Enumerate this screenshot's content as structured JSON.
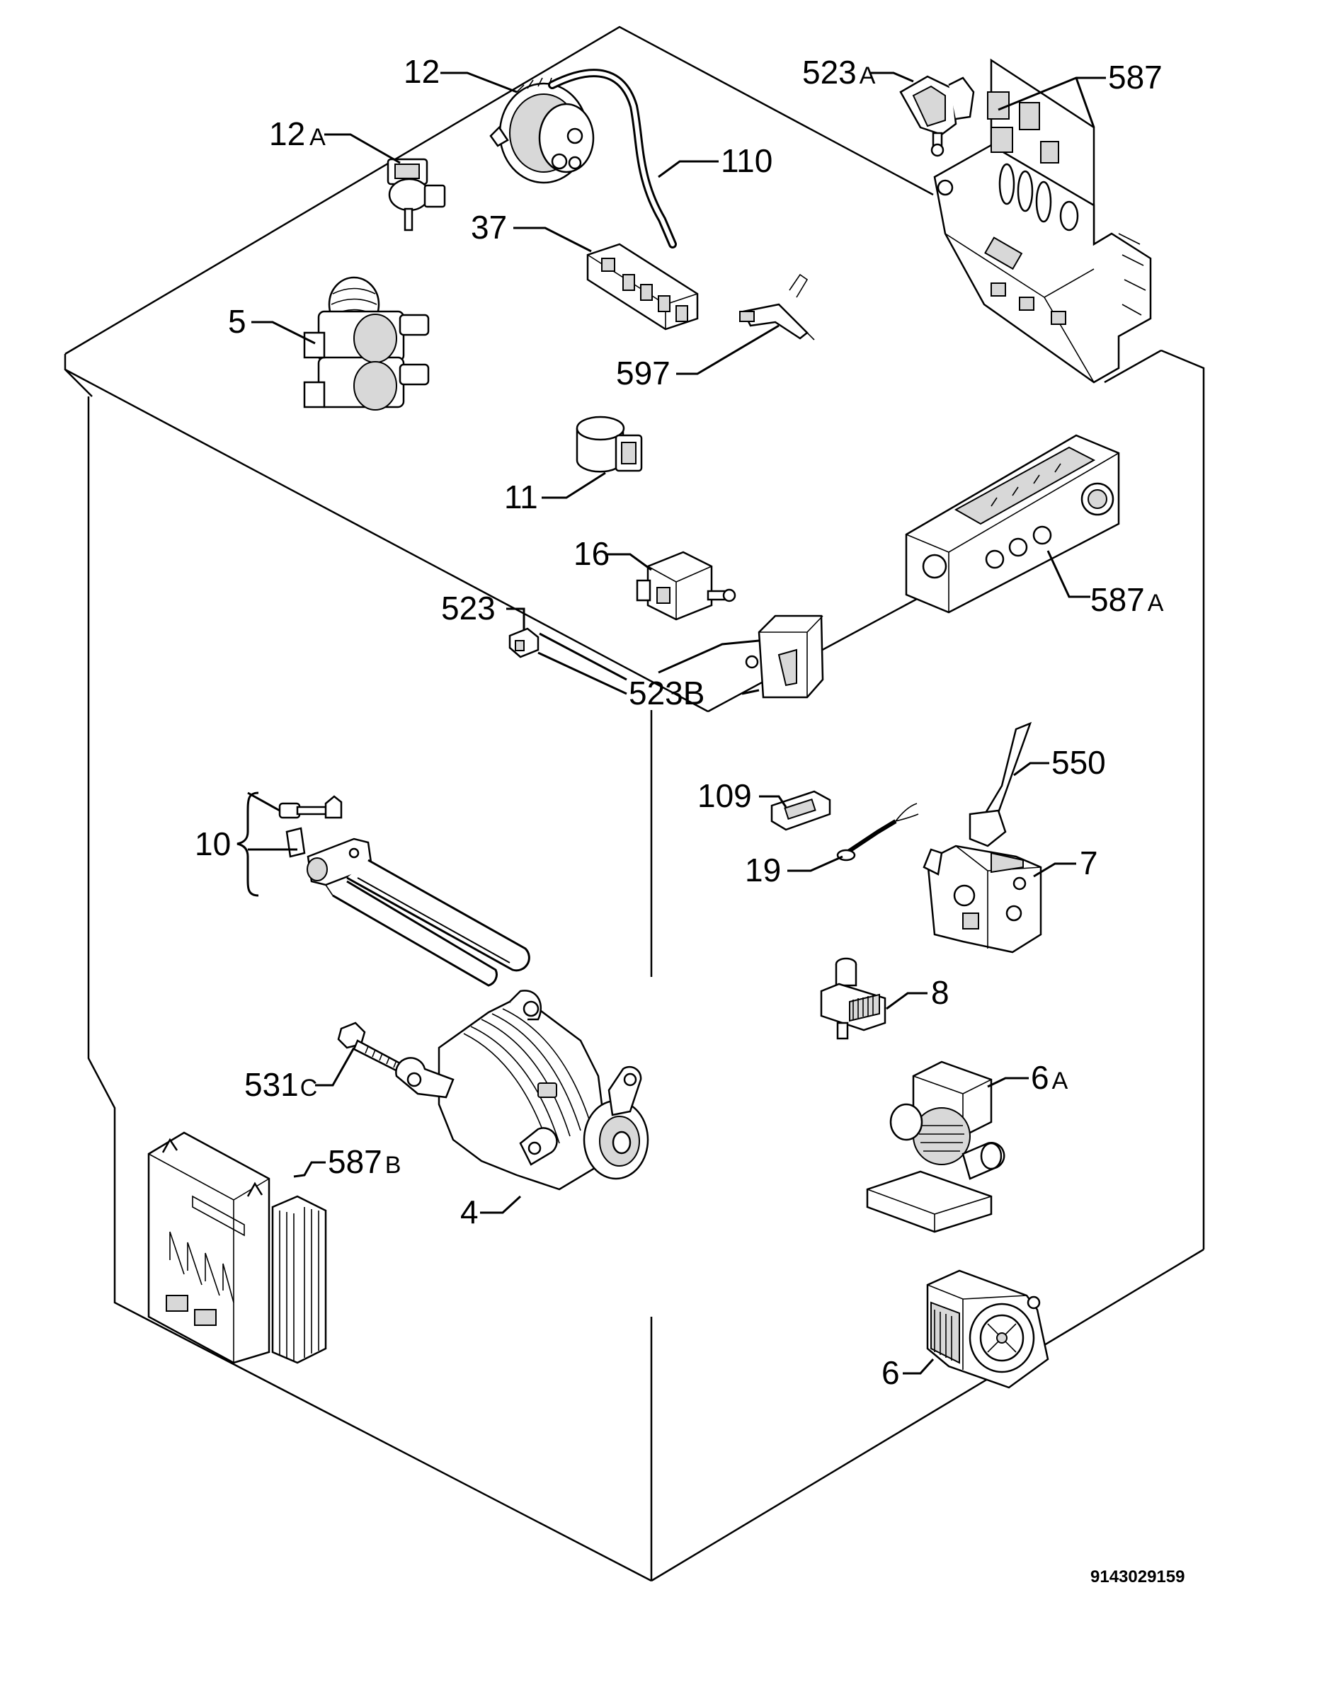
{
  "labels": {
    "p12": "12",
    "p12a": "12",
    "p12a_sfx": "A",
    "p110": "110",
    "p37": "37",
    "p5": "5",
    "p597": "597",
    "p523a": "523",
    "p523a_sfx": "A",
    "p587": "587",
    "p11": "11",
    "p16": "16",
    "p523": "523",
    "p523b": "523B",
    "p587a": "587",
    "p587a_sfx": "A",
    "p550": "550",
    "p109": "109",
    "p19": "19",
    "p7": "7",
    "p10": "10",
    "p8": "8",
    "p6a": "6",
    "p6a_sfx": "A",
    "p531c": "531",
    "p531c_sfx": "C",
    "p587b": "587",
    "p587b_sfx": "B",
    "p4": "4",
    "p6": "6"
  },
  "document_number": "9143029159"
}
